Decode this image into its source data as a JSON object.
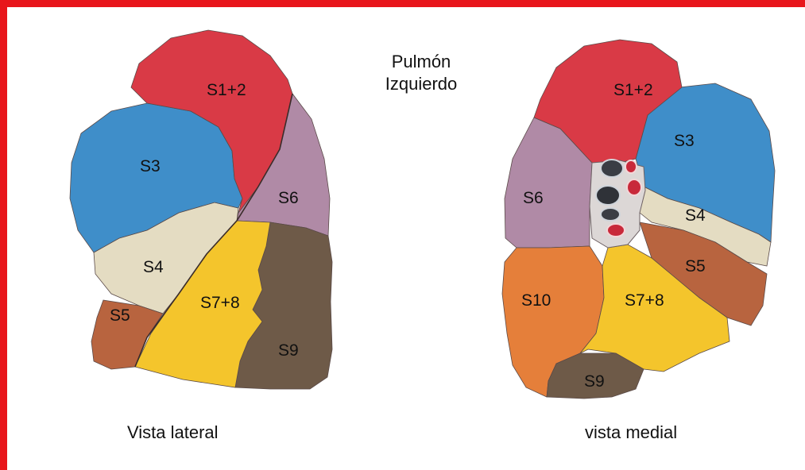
{
  "title_line1": "Pulmón",
  "title_line2": "Izquierdo",
  "colors": {
    "frame": "#e8161b",
    "s1_2": "#d93a46",
    "s3": "#3f8ec9",
    "s4": "#e4dcc2",
    "s5": "#b8643f",
    "s6": "#b08aa6",
    "s7_8": "#f4c52c",
    "s9": "#6e5a48",
    "s10": "#e57f3a"
  },
  "lateral_view": {
    "caption": "Vista lateral",
    "segments": {
      "s1_2": "S1+2",
      "s3": "S3",
      "s4": "S4",
      "s5": "S5",
      "s6": "S6",
      "s7_8": "S7+8",
      "s9": "S9"
    }
  },
  "medial_view": {
    "caption": "vista medial",
    "segments": {
      "s1_2": "S1+2",
      "s3": "S3",
      "s4": "S4",
      "s5": "S5",
      "s6": "S6",
      "s7_8": "S7+8",
      "s9": "S9",
      "s10": "S10"
    }
  }
}
